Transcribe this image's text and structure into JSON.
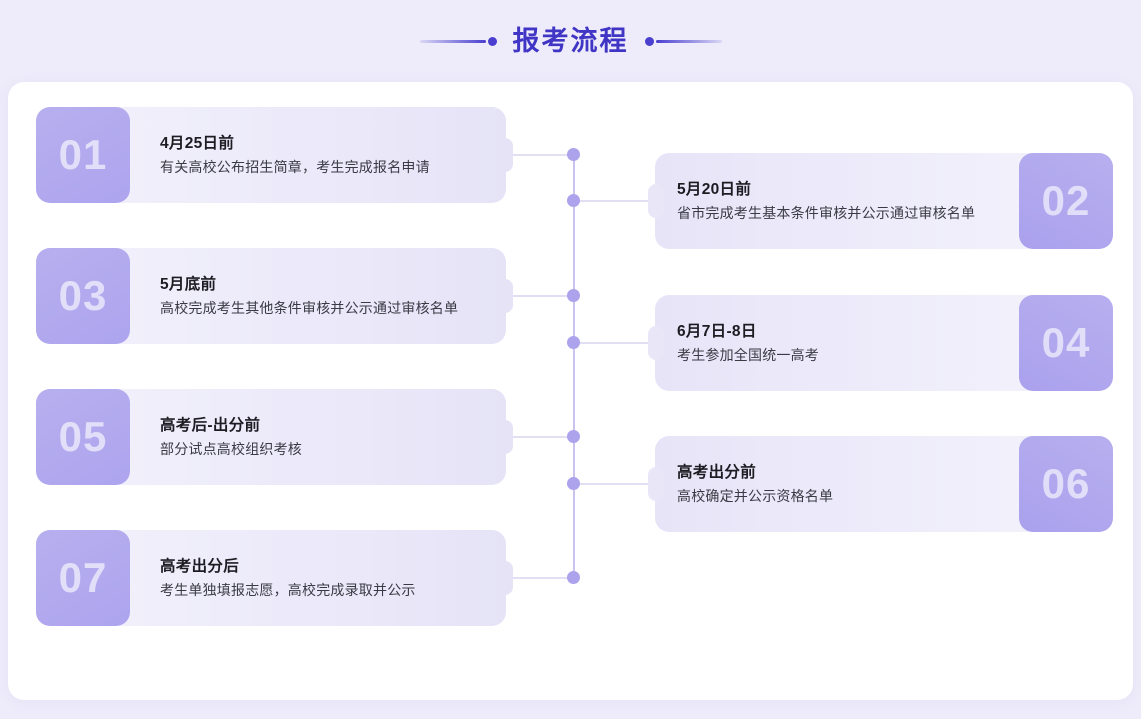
{
  "header": {
    "title": "报考流程",
    "left_decoration": "line-dot-decoration",
    "right_decoration": "dot-line-decoration"
  },
  "theme": {
    "page_background": "#eeecfa",
    "panel_background": "#ffffff",
    "title_color": "#4035c4",
    "badge_color": "#b0a7ee",
    "node_color": "#aca3ec",
    "spine_color": "#c9c3ee",
    "connector_color": "#e2dff5"
  },
  "timeline": {
    "steps": [
      {
        "number": "01",
        "side": "left",
        "title": "4月25日前",
        "desc": "有关高校公布招生简章，考生完成报名申请"
      },
      {
        "number": "02",
        "side": "right",
        "title": "5月20日前",
        "desc": "省市完成考生基本条件审核并公示通过审核名单"
      },
      {
        "number": "03",
        "side": "left",
        "title": "5月底前",
        "desc": "高校完成考生其他条件审核并公示通过审核名单"
      },
      {
        "number": "04",
        "side": "right",
        "title": "6月7日-8日",
        "desc": "考生参加全国统一高考"
      },
      {
        "number": "05",
        "side": "left",
        "title": "高考后-出分前",
        "desc": "部分试点高校组织考核"
      },
      {
        "number": "06",
        "side": "right",
        "title": "高考出分前",
        "desc": "高校确定并公示资格名单"
      },
      {
        "number": "07",
        "side": "left",
        "title": "高考出分后",
        "desc": "考生单独填报志愿，高校完成录取并公示"
      }
    ]
  }
}
